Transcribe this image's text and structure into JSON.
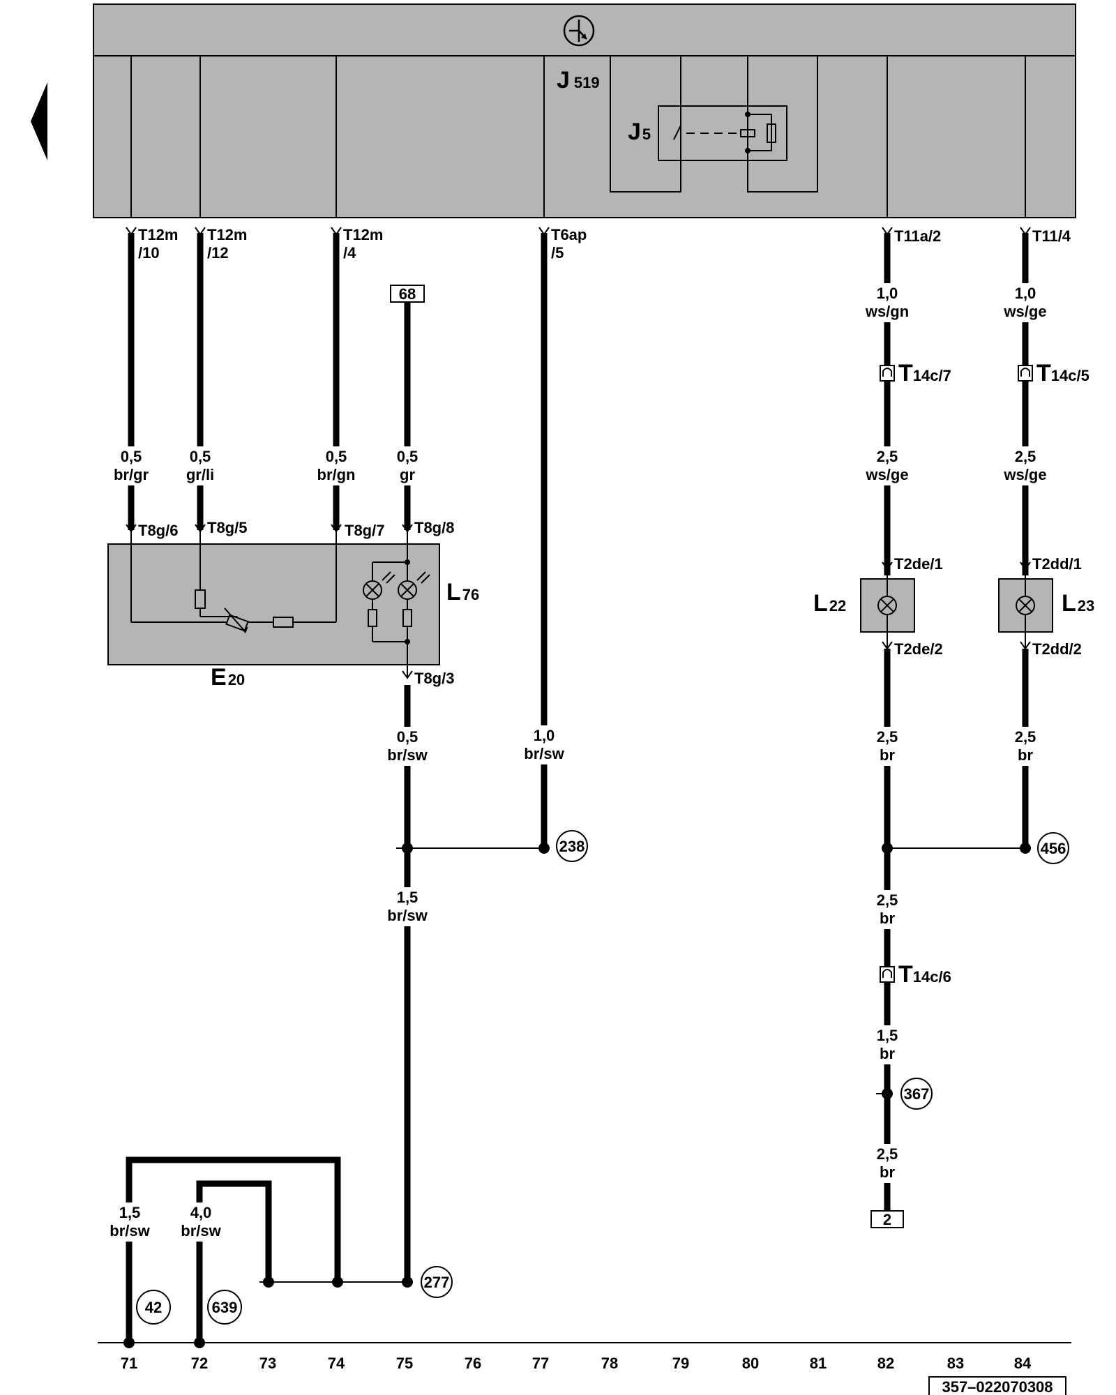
{
  "components": {
    "ecu": {
      "letter": "J",
      "num": "519"
    },
    "relay": {
      "letter": "J",
      "num": "5"
    },
    "lamp76": {
      "letter": "L",
      "num": "76"
    },
    "e20": {
      "letter": "E",
      "num": "20"
    },
    "l22": {
      "letter": "L",
      "num": "22"
    },
    "l23": {
      "letter": "L",
      "num": "23"
    }
  },
  "pins": {
    "t12m10": {
      "l1": "T12m",
      "l2": "/10"
    },
    "t12m12": {
      "l1": "T12m",
      "l2": "/12"
    },
    "t12m4": {
      "l1": "T12m",
      "l2": "/4"
    },
    "t6ap5": {
      "l1": "T6ap",
      "l2": "/5"
    },
    "t11a2": "T11a/2",
    "t114": "T11/4",
    "t8g6": "T8g/6",
    "t8g5": "T8g/5",
    "t8g7": "T8g/7",
    "t8g8": "T8g/8",
    "t8g3": "T8g/3",
    "t2de1": "T2de/1",
    "t2de2": "T2de/2",
    "t2dd1": "T2dd/1",
    "t2dd2": "T2dd/2"
  },
  "connectors": {
    "t14c7": {
      "letter": "T",
      "sub": "14c/7"
    },
    "t14c5": {
      "letter": "T",
      "sub": "14c/5"
    },
    "t14c6": {
      "letter": "T",
      "sub": "14c/6"
    }
  },
  "wires": {
    "w71a": {
      "size": "0,5",
      "color": "br/gr"
    },
    "w72a": {
      "size": "0,5",
      "color": "gr/li"
    },
    "w74a": {
      "size": "0,5",
      "color": "br/gn"
    },
    "w75a": {
      "size": "0,5",
      "color": "gr"
    },
    "w75b": {
      "size": "0,5",
      "color": "br/sw"
    },
    "w75c": {
      "size": "1,5",
      "color": "br/sw"
    },
    "w77": {
      "size": "1,0",
      "color": "br/sw"
    },
    "w82a": {
      "size": "1,0",
      "color": "ws/gn"
    },
    "w82b": {
      "size": "2,5",
      "color": "ws/ge"
    },
    "w82c": {
      "size": "2,5",
      "color": "br"
    },
    "w82d": {
      "size": "2,5",
      "color": "br"
    },
    "w82e": {
      "size": "1,5",
      "color": "br"
    },
    "w82f": {
      "size": "2,5",
      "color": "br"
    },
    "w84a": {
      "size": "1,0",
      "color": "ws/ge"
    },
    "w84b": {
      "size": "2,5",
      "color": "ws/ge"
    },
    "w84c": {
      "size": "2,5",
      "color": "br"
    },
    "w71b": {
      "size": "1,5",
      "color": "br/sw"
    },
    "w72b": {
      "size": "4,0",
      "color": "br/sw"
    }
  },
  "refs": {
    "r68": "68",
    "r2": "2",
    "c238": "238",
    "c456": "456",
    "c367": "367",
    "c277": "277",
    "c42": "42",
    "c639": "639"
  },
  "track_numbers": [
    "71",
    "72",
    "73",
    "74",
    "75",
    "76",
    "77",
    "78",
    "79",
    "80",
    "81",
    "82",
    "83",
    "84"
  ],
  "doc_code": "357–022070308"
}
